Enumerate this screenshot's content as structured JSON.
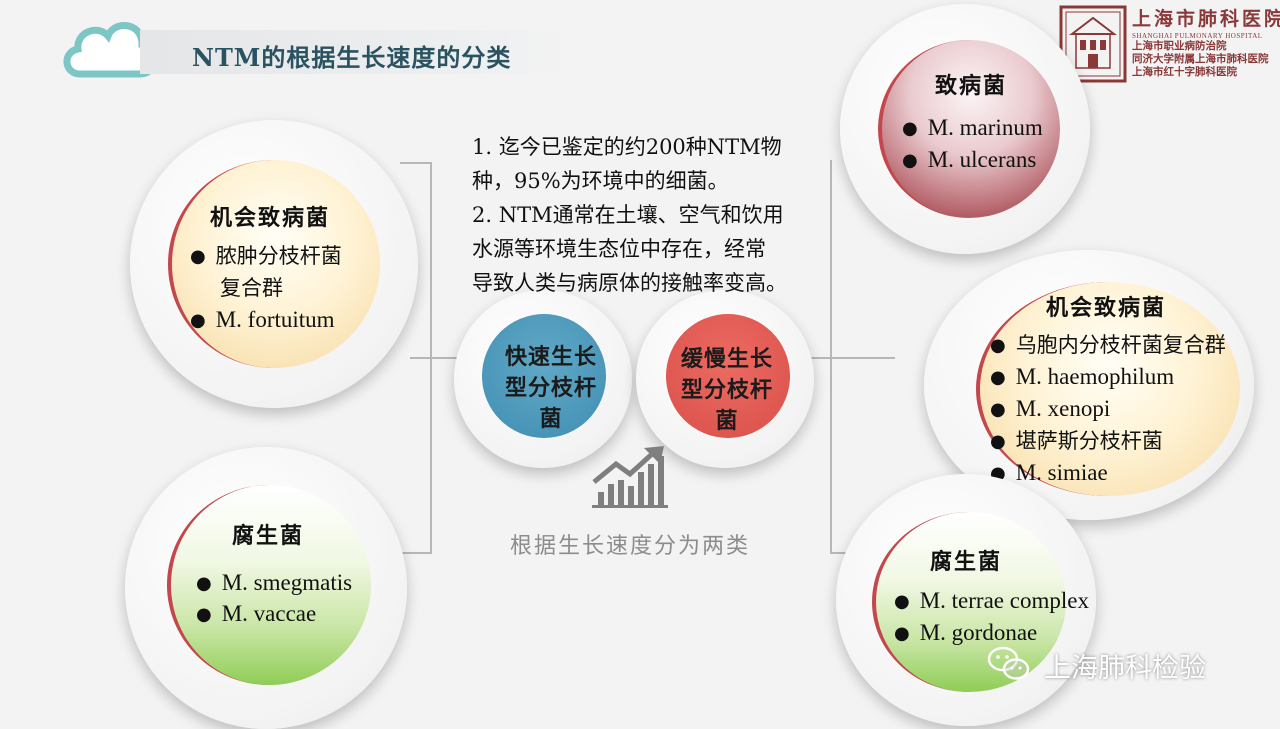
{
  "header": {
    "title": "NTM的根据生长速度的分类"
  },
  "logo": {
    "name_cn": "上海市肺科医院",
    "name_en": "SHANGHAI PULMONARY HOSPITAL",
    "lines": [
      "上海市职业病防治院",
      "同济大学附属上海市肺科医院",
      "上海市红十字肺科医院"
    ]
  },
  "intro": {
    "line1": "1.    迄今已鉴定的约200种NTM物",
    "line2": "种，95%为环境中的细菌。",
    "line3": "2. NTM通常在土壤、空气和饮用",
    "line4": "水源等环境生态位中存在，经常",
    "line5": "导致人类与病原体的接触率变高。"
  },
  "center": {
    "fast_l1": "快速生长",
    "fast_l2": "型分枝杆",
    "fast_l3": "菌",
    "slow_l1": "缓慢生长",
    "slow_l2": "型分枝杆",
    "slow_l3": "菌",
    "caption": "根据生长速度分为两类"
  },
  "fast": {
    "opportunistic": {
      "title": "机会致病菌",
      "items": [
        "脓肿分枝杆菌",
        "复合群",
        "M. fortuitum"
      ]
    },
    "saprophytic": {
      "title": "腐生菌",
      "items": [
        "M. smegmatis",
        "M. vaccae"
      ]
    }
  },
  "slow": {
    "pathogenic": {
      "title": "致病菌",
      "items": [
        "M. marinum",
        "M. ulcerans"
      ]
    },
    "opportunistic": {
      "title": "机会致病菌",
      "items": [
        "乌胞内分枝杆菌复合群",
        "M. haemophilum",
        "M. xenopi",
        "堪萨斯分枝杆菌",
        "M. simiae"
      ]
    },
    "saprophytic": {
      "title": "腐生菌",
      "items": [
        "M. terrae complex",
        "M. gordonae"
      ]
    }
  },
  "watermark": {
    "text": "上海肺科检验",
    "icon": "wechat-icon"
  },
  "colors": {
    "title": "#2a5361",
    "logo": "#8a3838",
    "fast": "#3f8eb3",
    "slow": "#d84f49"
  }
}
